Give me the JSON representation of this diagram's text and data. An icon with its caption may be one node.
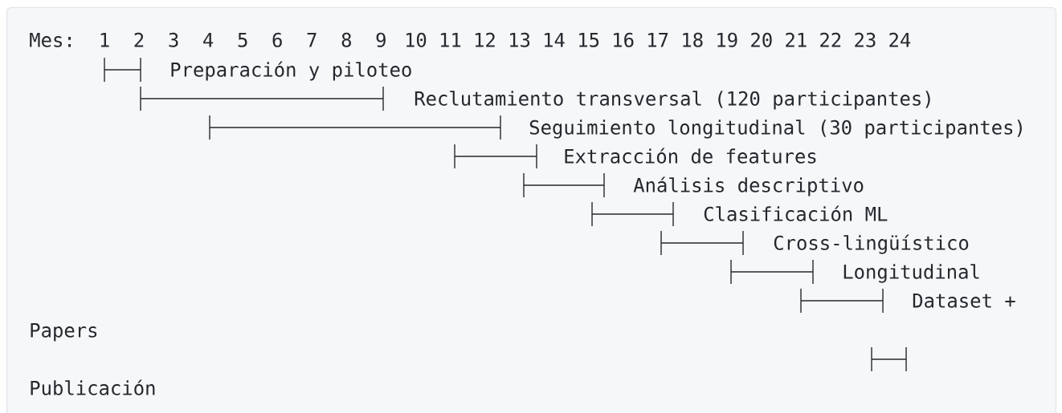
{
  "diagram": {
    "labels": [
      "Mes:",
      "1",
      "2",
      "3",
      "4",
      "5",
      "6",
      "7",
      "8",
      "9",
      "10",
      "11",
      "12",
      "13",
      "14",
      "15",
      "16",
      "17",
      "18",
      "19",
      "20",
      "21",
      "22",
      "23",
      "24",
      "Preparación y piloteo",
      "Reclutamiento transversal (120 participantes)",
      "Seguimiento longitudinal (30 participantes)",
      "Extracción de features",
      "Análisis descriptivo",
      "Clasificación ML",
      "Cross-lingüístico",
      "Longitudinal",
      "Dataset +",
      "Papers",
      "Publicación"
    ]
  }
}
